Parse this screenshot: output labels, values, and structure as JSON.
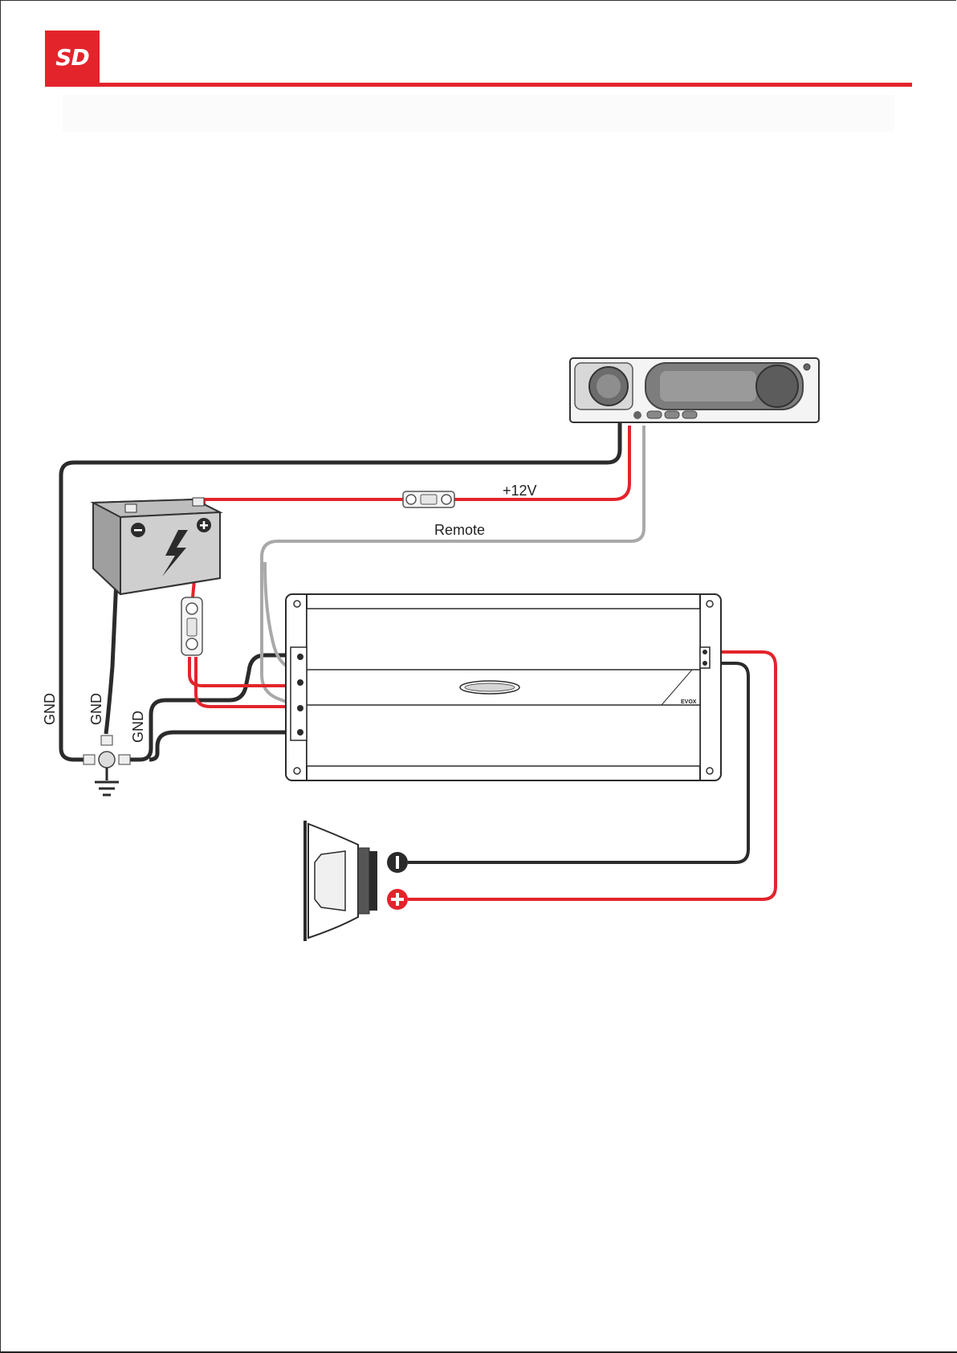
{
  "header": {
    "logo_text": "SD",
    "brand_color": "#e3242b"
  },
  "diagram": {
    "labels": {
      "power": "+12V",
      "remote": "Remote",
      "gnd_main": "GND",
      "gnd_battery": "GND",
      "gnd_amp": "GND"
    },
    "amplifier_model": "EVOX",
    "components": {
      "head_unit": "head-unit-icon",
      "battery": "battery-icon",
      "inline_fuse": "inline-fuse-icon",
      "amp_fuse": "fuse-holder-icon",
      "amplifier": "amplifier-icon",
      "subwoofer": "subwoofer-icon",
      "ground": "ground-icon",
      "distribution_block": "distribution-block-icon"
    },
    "wire_colors": {
      "power": "#e3242b",
      "ground": "#2b2b2b",
      "remote": "#a9a9a9"
    }
  }
}
